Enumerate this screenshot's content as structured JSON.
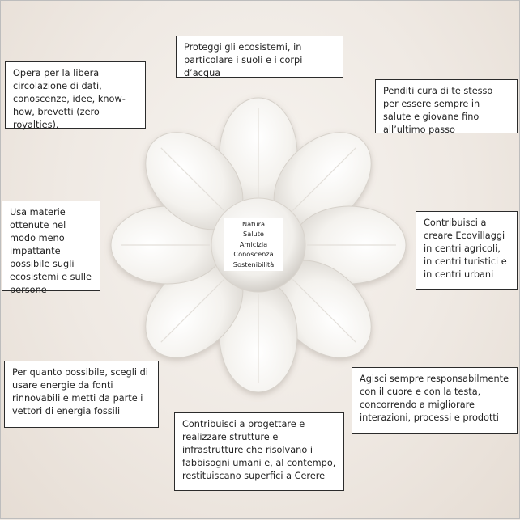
{
  "center": {
    "words": [
      "Natura",
      "Salute",
      "Amicizia",
      "Conoscenza",
      "Sostenibilità"
    ]
  },
  "boxes": {
    "top": "Proteggi gli ecosistemi, in particolare i suoli e i corpi d’acqua",
    "top_right": "Penditi cura di te stesso per essere sempre in salute e giovane fino all’ultimo passo",
    "right": "Contribuisci a creare Ecovillaggi in centri agricoli, in centri turistici e in centri urbani",
    "bottom_right": "Agisci sempre responsabilmente con il cuore e con la testa, concorrendo a migliorare interazioni, processi e prodotti",
    "bottom": "Contribuisci a progettare e realizzare strutture e infrastrutture che risolvano i fabbisogni umani e, al contempo, restituiscano superfici a Cerere",
    "bottom_left": "Per quanto possibile, scegli di usare energie da fonti rinnovabili e metti da parte i vettori di energia fossili",
    "left": "Usa materie ottenute nel modo meno impattante possibile sugli ecosistemi e sulle persone",
    "top_left": "Opera per la libera circolazione di dati, conoscenze, idee, know-how, brevetti (zero royalties)."
  }
}
